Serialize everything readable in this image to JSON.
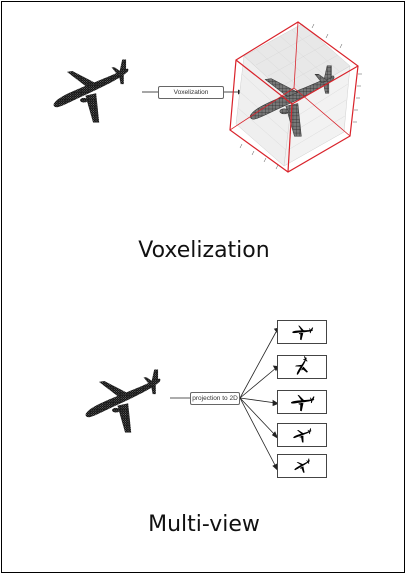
{
  "voxelization": {
    "step_label": "Voxelization",
    "caption": "Voxelization"
  },
  "multiview": {
    "step_label": "projection to 2D",
    "caption": "Multi-view",
    "view_count": 5
  },
  "colors": {
    "airplane": "#111111",
    "voxel": "#5a5a5a",
    "cube_edges": "#d9232b",
    "frame": "#000000"
  }
}
